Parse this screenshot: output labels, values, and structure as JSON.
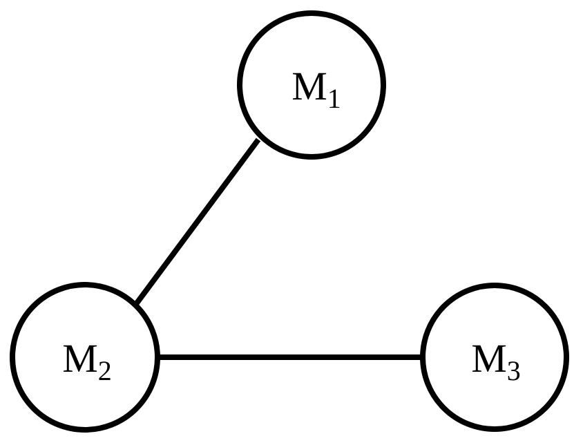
{
  "nodes": [
    {
      "id": "m1",
      "label": "M",
      "subscript": "1"
    },
    {
      "id": "m2",
      "label": "M",
      "subscript": "2"
    },
    {
      "id": "m3",
      "label": "M",
      "subscript": "3"
    }
  ],
  "edges": [
    {
      "from": "m1",
      "to": "m2"
    },
    {
      "from": "m2",
      "to": "m3"
    }
  ],
  "colors": {
    "stroke": "#000000",
    "fill": "#ffffff"
  }
}
